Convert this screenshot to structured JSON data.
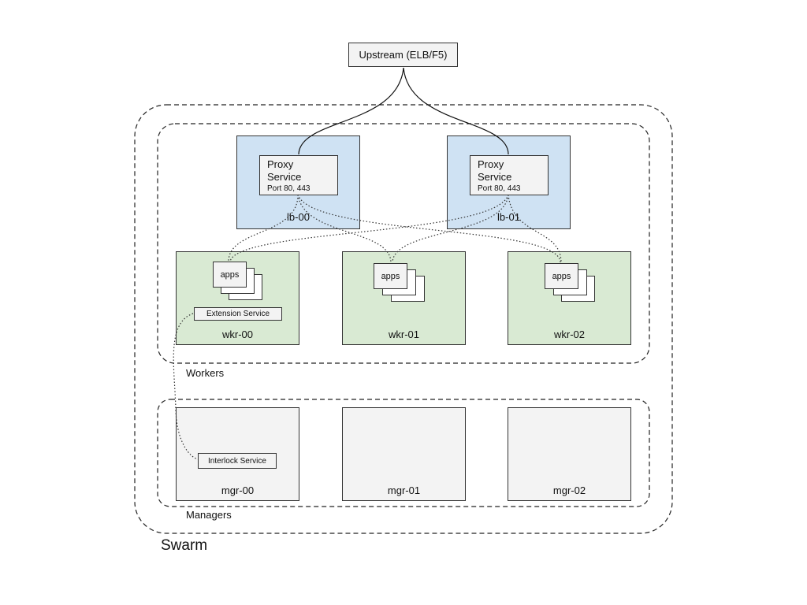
{
  "upstream": {
    "label": "Upstream (ELB/F5)"
  },
  "load_balancers": [
    {
      "label": "lb-00",
      "proxy": {
        "line1": "Proxy",
        "line2": "Service",
        "ports": "Port 80, 443"
      }
    },
    {
      "label": "lb-01",
      "proxy": {
        "line1": "Proxy",
        "line2": "Service",
        "ports": "Port 80, 443"
      }
    }
  ],
  "workers": {
    "group_label": "Workers",
    "nodes": [
      {
        "label": "wkr-00",
        "apps_label": "apps",
        "extension_label": "Extension Service"
      },
      {
        "label": "wkr-01",
        "apps_label": "apps"
      },
      {
        "label": "wkr-02",
        "apps_label": "apps"
      }
    ]
  },
  "managers": {
    "group_label": "Managers",
    "nodes": [
      {
        "label": "mgr-00",
        "interlock_label": "Interlock Service"
      },
      {
        "label": "mgr-01"
      },
      {
        "label": "mgr-02"
      }
    ]
  },
  "swarm": {
    "label": "Swarm"
  },
  "colors": {
    "lb_fill": "#cfe2f3",
    "worker_fill": "#d9ead3",
    "manager_fill": "#f3f3f3",
    "service_fill": "#f3f3f3"
  }
}
